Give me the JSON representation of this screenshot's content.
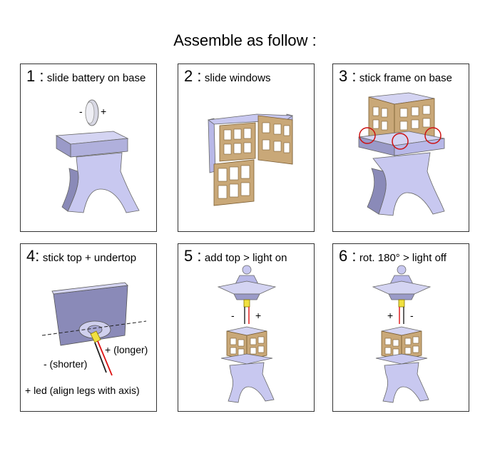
{
  "title": "Assemble as follow :",
  "steps": [
    {
      "num": "1 :",
      "text": "slide battery on base",
      "minus": "-",
      "plus": "+"
    },
    {
      "num": "2 :",
      "text": "slide windows"
    },
    {
      "num": "3 :",
      "text": "stick frame on base"
    },
    {
      "num": "4:",
      "text": "stick top + undertop",
      "longer": "+ (longer)",
      "shorter": "- (shorter)",
      "note": "+ led (align legs with axis)"
    },
    {
      "num": "5 :",
      "text": "add top > light on",
      "minus": "-",
      "plus": "+"
    },
    {
      "num": "6 :",
      "text": "rot. 180° > light off",
      "plus": "+",
      "minus": "-"
    }
  ],
  "colors": {
    "body": "#c8c8f0",
    "shade": "#8a8ab8",
    "frame": "#c9a878",
    "marker": "#cc1111"
  }
}
